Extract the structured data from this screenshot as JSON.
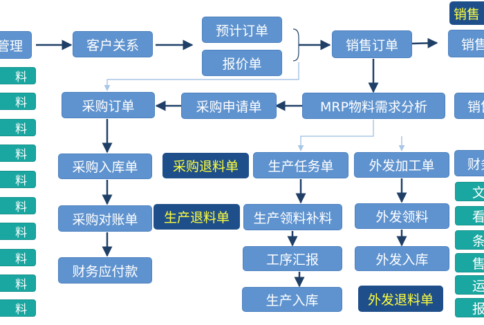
{
  "colors": {
    "box": "#5f93cf",
    "yellow_text": "#ffff3c",
    "teal": "#1aa7a1",
    "arrow": "#1f3f66",
    "light_arrow": "#a9c6e6"
  },
  "nodes": {
    "management": "管理",
    "customer_relations": "客户关系",
    "forecast_order": "预计订单",
    "quotation": "报价单",
    "sales_order": "销售订单",
    "mrp": "MRP物料需求分析",
    "purchase_request": "采购申请单",
    "purchase_order": "采购订单",
    "purchase_receipt": "采购入库单",
    "purchase_reconcile": "采购对账单",
    "accounts_payable": "财务应付款",
    "purchase_return": "采购退料单",
    "production_return": "生产退料单",
    "production_task": "生产任务单",
    "production_pick": "生产领料补料",
    "process_report": "工序汇报",
    "production_receipt": "生产入库",
    "outsource": "外发加工单",
    "outsource_pick": "外发领料",
    "outsource_receipt": "外发入库",
    "outsource_return": "外发退料单",
    "right_top_1": "销售",
    "right_top_2": "销售",
    "right_mid": "销售",
    "right_finance": "财务"
  },
  "left_column": [
    "料",
    "料",
    "料",
    "料",
    "料",
    "料",
    "料",
    "料",
    "料",
    "料"
  ],
  "right_column": [
    "文",
    "看",
    "条",
    "售",
    "运",
    "报"
  ]
}
